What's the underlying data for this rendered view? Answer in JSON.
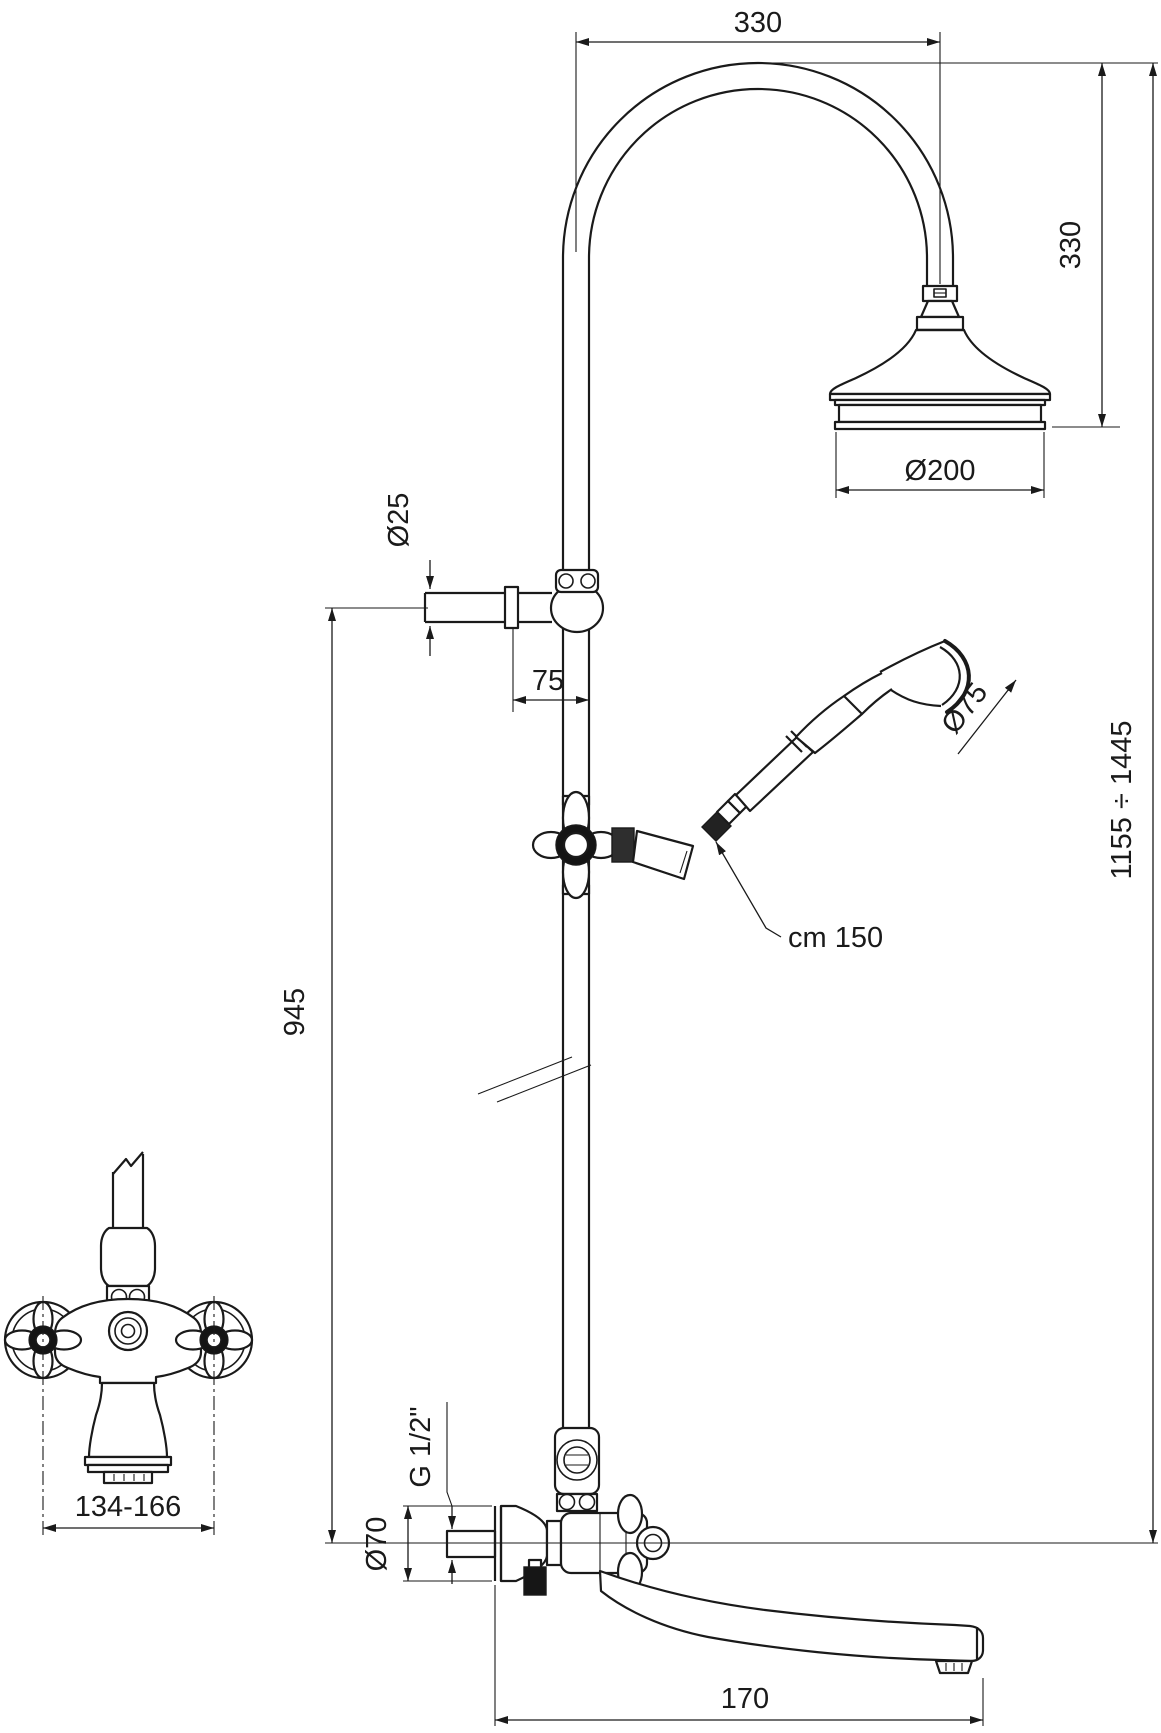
{
  "style": {
    "line_color": "#1a1a1a",
    "background": "#ffffff"
  },
  "drawing": {
    "type": "technical-dimension-drawing",
    "subject": "wall-mounted shower column with bath-shower mixer, overhead rose, hand shower and tub spout",
    "units": "mm",
    "labels": {
      "arm_projection": "330",
      "head_drop": "330",
      "head_diameter": "Ø200",
      "bracket_diameter": "Ø25",
      "bracket_offset": "75",
      "handshower_diameter": "Ø75",
      "hose_length": "cm 150",
      "riser_height": "945",
      "overall_height": "1155 ÷ 1445",
      "handle_span": "134-166",
      "thread_size": "G 1/2\"",
      "escutcheon_diameter": "Ø70",
      "spout_reach": "170"
    }
  }
}
